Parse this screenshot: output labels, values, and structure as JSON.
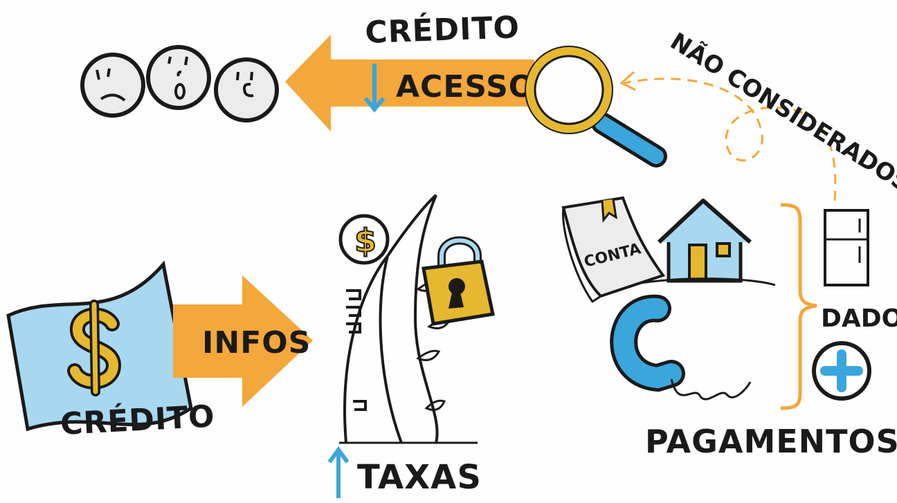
{
  "labels": {
    "credito_top": "CRÉDITO",
    "acesso": "ACESSO",
    "nao_considerados": "NÃO CONSIDERADOS",
    "infos": "INFOS",
    "credito_bottom": "CRÉDITO",
    "taxas": "TAXAS",
    "conta": "CONTA",
    "dados": "DADOS",
    "pagamentos": "PAGAMENTOS"
  },
  "colors": {
    "orange": "#f4a73b",
    "light_blue": "#a8d8f0",
    "blue": "#3aa6dc",
    "gold": "#e6b830",
    "outline": "#1a1a1a",
    "face": "#ececec"
  }
}
